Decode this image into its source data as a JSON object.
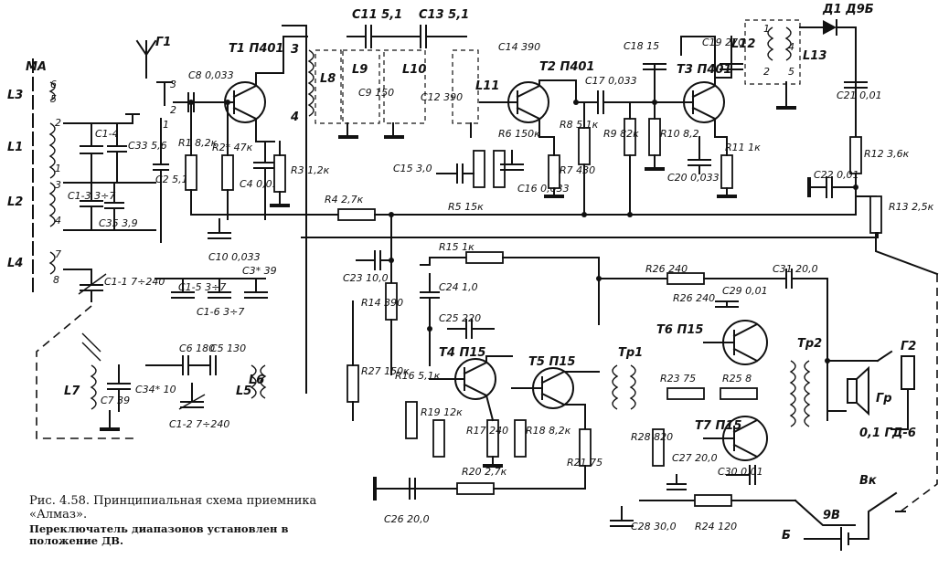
{
  "caption": {
    "title": "Рис. 4.58. Принципиальная схема приемника «Алмаз».",
    "note": "Переключатель диапазонов установлен в положение ДВ."
  },
  "labels": {
    "antenna": "Г1",
    "ma": "МА",
    "L3": "L3",
    "L1": "L1",
    "L2": "L2",
    "L4": "L4",
    "L5": "L5",
    "L6": "L6",
    "L7": "L7",
    "L8": "L8",
    "L9": "L9",
    "L10": "L10",
    "L11": "L11",
    "L12": "L12",
    "L13": "L13",
    "T1": "T1 П401",
    "T2": "T2 П401",
    "T3": "T3 П401",
    "T4": "T4 П15",
    "T5": "T5 П15",
    "T6": "T6 П15",
    "T7": "T7 П15",
    "D1": "Д1 Д9Б",
    "C11": "C11 5,1",
    "C13": "C13 5,1",
    "C9": "C9 150",
    "C12": "C12 390",
    "C14": "C14 390",
    "C8": "C8 0,033",
    "C1_4": "C1-4",
    "C33": "C33 5,6",
    "C2": "C2 5,1",
    "C1_3": "C1-3 3÷7",
    "C35": "C35 3,9",
    "C1_1": "C1-1 7÷240",
    "C1_5": "C1-5 3÷7",
    "C1_6": "C1-6 3÷7",
    "C3": "C3* 39",
    "C6": "C6 180",
    "C5": "C5 130",
    "C1_2": "C1-2 7÷240",
    "C7": "C7 39",
    "C34": "C34* 10",
    "C4": "C4 0,01",
    "C10": "C10 0,033",
    "C15": "C15 3,0",
    "C16": "C16 0,033",
    "C17": "C17 0,033",
    "C18": "C18 15",
    "C19": "C19 270",
    "C20": "C20 0,033",
    "C21": "C21 0,01",
    "C22": "C22 0,01",
    "C23": "C23 10,0",
    "C24": "C24 1,0",
    "C25": "C25 220",
    "C26": "C26 20,0",
    "C27": "C27 20,0",
    "C28": "C28 30,0",
    "C29": "C29 0,01",
    "C30": "C30 0,01",
    "C31": "C31 20,0",
    "R1": "R1 8,2к",
    "R2": "R2* 47к",
    "R3": "R3 1,2к",
    "R4": "R4 2,7к",
    "R5": "R5 15к",
    "R6": "R6 150к",
    "R7": "R7 430",
    "R8": "R8 5,1к",
    "R9": "R9 82к",
    "R10": "R10 8,2",
    "R11": "R11 1к",
    "R12": "R12 3,6к",
    "R13": "R13 2,5к",
    "R14": "R14 390",
    "R15": "R15 1к",
    "R16": "R16 5,1к",
    "R17": "R17 240",
    "R18": "R18 8,2к",
    "R19": "R19 12к",
    "R20": "R20 2,7к",
    "R21": "R21 75",
    "R23": "R23 75",
    "R24": "R24 120",
    "R25": "R25 8",
    "R26": "R26 240",
    "R27": "R27 150к",
    "R28": "R28 820",
    "Tp1": "Тр1",
    "Tp2": "Тр2",
    "G2": "Г2",
    "Gr": "Гр",
    "GD": "0,1 ГД-6",
    "B": "Б",
    "V9": "9В",
    "Vk": "Вк"
  }
}
